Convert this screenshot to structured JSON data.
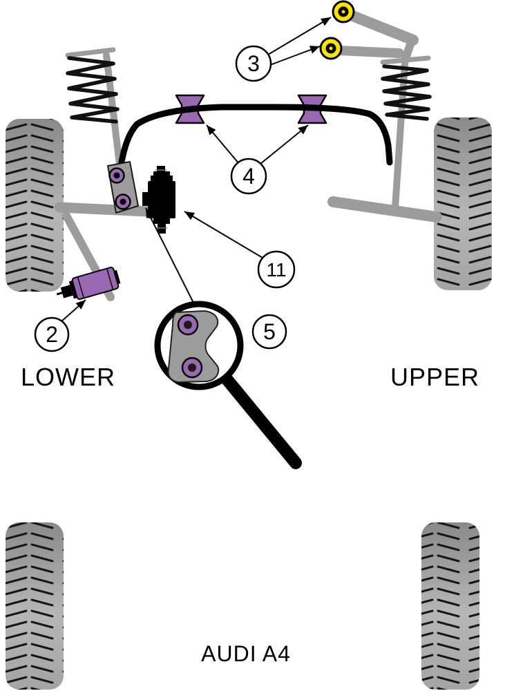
{
  "labels": {
    "left_side": "LOWER",
    "right_side": "UPPER",
    "model": "AUDI A4"
  },
  "callouts": {
    "top_mounts": "3",
    "arb_bushes": "4",
    "front_arm_bush": "2",
    "engine_mount": "11",
    "rear_arm_detail": "5"
  },
  "colors": {
    "bush_purple": "#9a68b2",
    "mount_yellow": "#f8e400",
    "metal_gray": "#9c9c9c",
    "tire_dark": "#8a8a8a",
    "tire_mid": "#a4a4a4",
    "tire_light": "#b6b6b6",
    "line_black": "#000000"
  }
}
